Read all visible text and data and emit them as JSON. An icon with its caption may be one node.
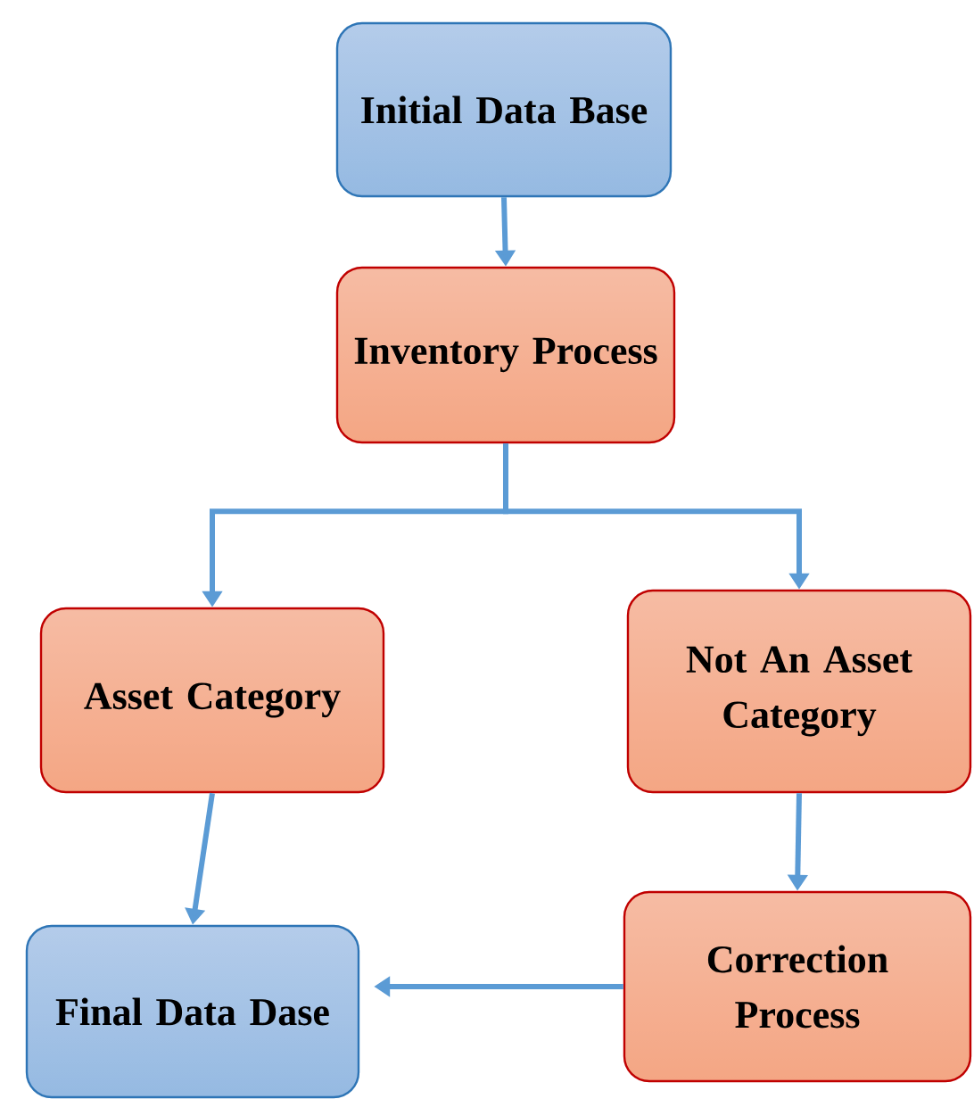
{
  "diagram": {
    "nodes": [
      {
        "text": [
          "Initial Data Base"
        ]
      },
      {
        "text": [
          "Inventory Process"
        ]
      },
      {
        "text": [
          "Asset Category"
        ]
      },
      {
        "text": [
          "Not An Asset Category"
        ]
      },
      {
        "text": [
          "Correction Process"
        ]
      },
      {
        "text": [
          "Final Data Dase"
        ]
      }
    ],
    "edges": [
      {
        "from": 0,
        "to": 1,
        "arrow": "to"
      },
      {
        "from": 1,
        "to": 2,
        "arrow": "to"
      },
      {
        "from": 1,
        "to": 3,
        "arrow": "to"
      },
      {
        "from": 2,
        "to": 5,
        "arrow": "to"
      },
      {
        "from": 3,
        "to": 4,
        "arrow": "to"
      },
      {
        "from": 4,
        "to": 5,
        "arrow": "to"
      }
    ]
  }
}
